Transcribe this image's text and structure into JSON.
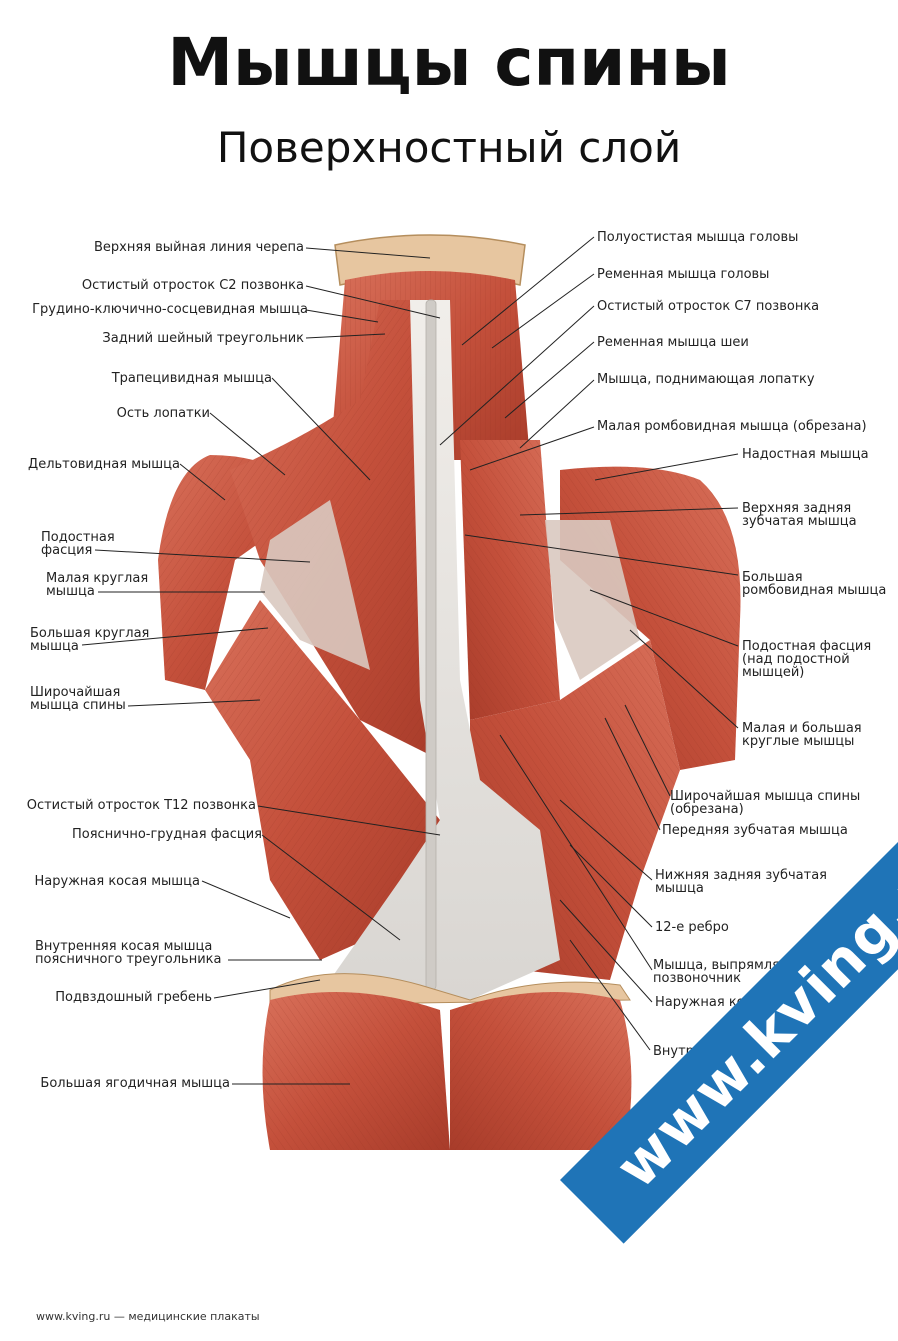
{
  "title": "Мышцы спины",
  "subtitle": "Поверхностный слой",
  "labels_left": [
    "Верхняя выйная линия черепа",
    "Остистый отросток С2 позвонка",
    "Грудино-ключично-сосцевидная мышца",
    "Задний шейный треугольник",
    "Трапецивидная мышца",
    "Ость лопатки",
    "Дельтовидная мышца",
    "Подостная",
    "фасция",
    "Малая круглая",
    "мышца",
    "Большая круглая",
    "мышца",
    "Широчайшая",
    "мышца спины",
    "Остистый отросток Т12 позвонка",
    "Пояснично-грудная фасция",
    "Наружная косая мышца",
    "Внутренняя косая мышца",
    "поясничного треугольника",
    "Подвздошный гребень",
    "Большая ягодичная мышца"
  ],
  "labels_right": [
    "Полуостистая мышца головы",
    "Ременная мышца головы",
    "Остистый отросток С7 позвонка",
    "Ременная мышца шеи",
    "Мышца, поднимающая лопатку",
    "Малая ромбовидная мышца (обрезана)",
    "Надостная мышца",
    "Верхняя задняя",
    "зубчатая мышца",
    "Большая",
    "ромбовидная мышца",
    "Подостная фасция",
    "(над подостной",
    "мышцей)",
    "Малая и большая",
    "круглые мышцы",
    "Широчайшая мышца спины",
    "(обрезана)",
    "Передняя зубчатая мышца",
    "Нижняя задняя зубчатая",
    "мышца",
    "12-е ребро",
    "Мышца, выпрямляющая",
    "позвоночник",
    "Наружная косая мышца",
    "Внутренняя косая"
  ],
  "footer": "www.kving.ru — медицинские плакаты",
  "banner": "www.kving.ru",
  "colors": {
    "muscle": "#c8553d",
    "muscle_dark": "#a23a28",
    "fascia": "#e9e6e1",
    "banner": "#1f74b7"
  }
}
